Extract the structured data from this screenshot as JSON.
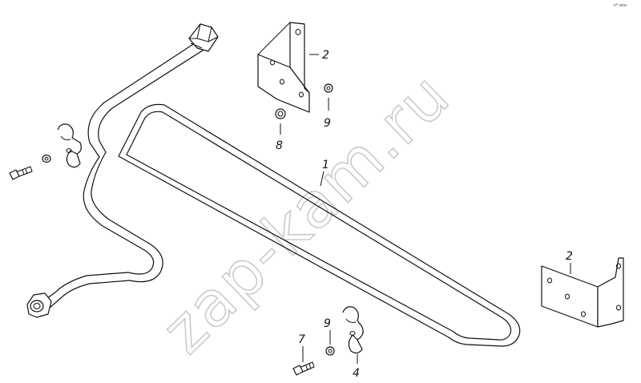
{
  "watermark": "zap-kam.ru",
  "corner_code": "s* ooo",
  "callouts": {
    "tube": "1",
    "bracket_top": "2",
    "bracket_right": "2",
    "clamp": "4",
    "bolt": "7",
    "nut": "8",
    "washer_top": "9",
    "washer_bottom": "9"
  }
}
